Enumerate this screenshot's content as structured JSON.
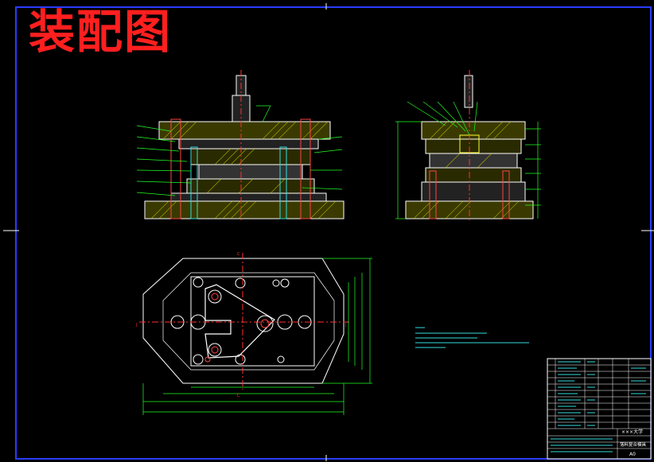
{
  "drawing": {
    "title": "装配图",
    "background": "#000000",
    "colors": {
      "border": "#2a3cff",
      "outline": "#ffffff",
      "dimension": "#22ff22",
      "centerline": "#ff3030",
      "hatch": "#c8c800",
      "part_cyan": "#33dddd",
      "title_red": "#ff1f1f"
    },
    "section_labels": {
      "top": "C",
      "bottom": "C",
      "left": "J",
      "right": "J"
    },
    "title_block": {
      "school": "×××大学",
      "drawing_name": "落料复合模具",
      "sheet_size": "A0"
    }
  }
}
